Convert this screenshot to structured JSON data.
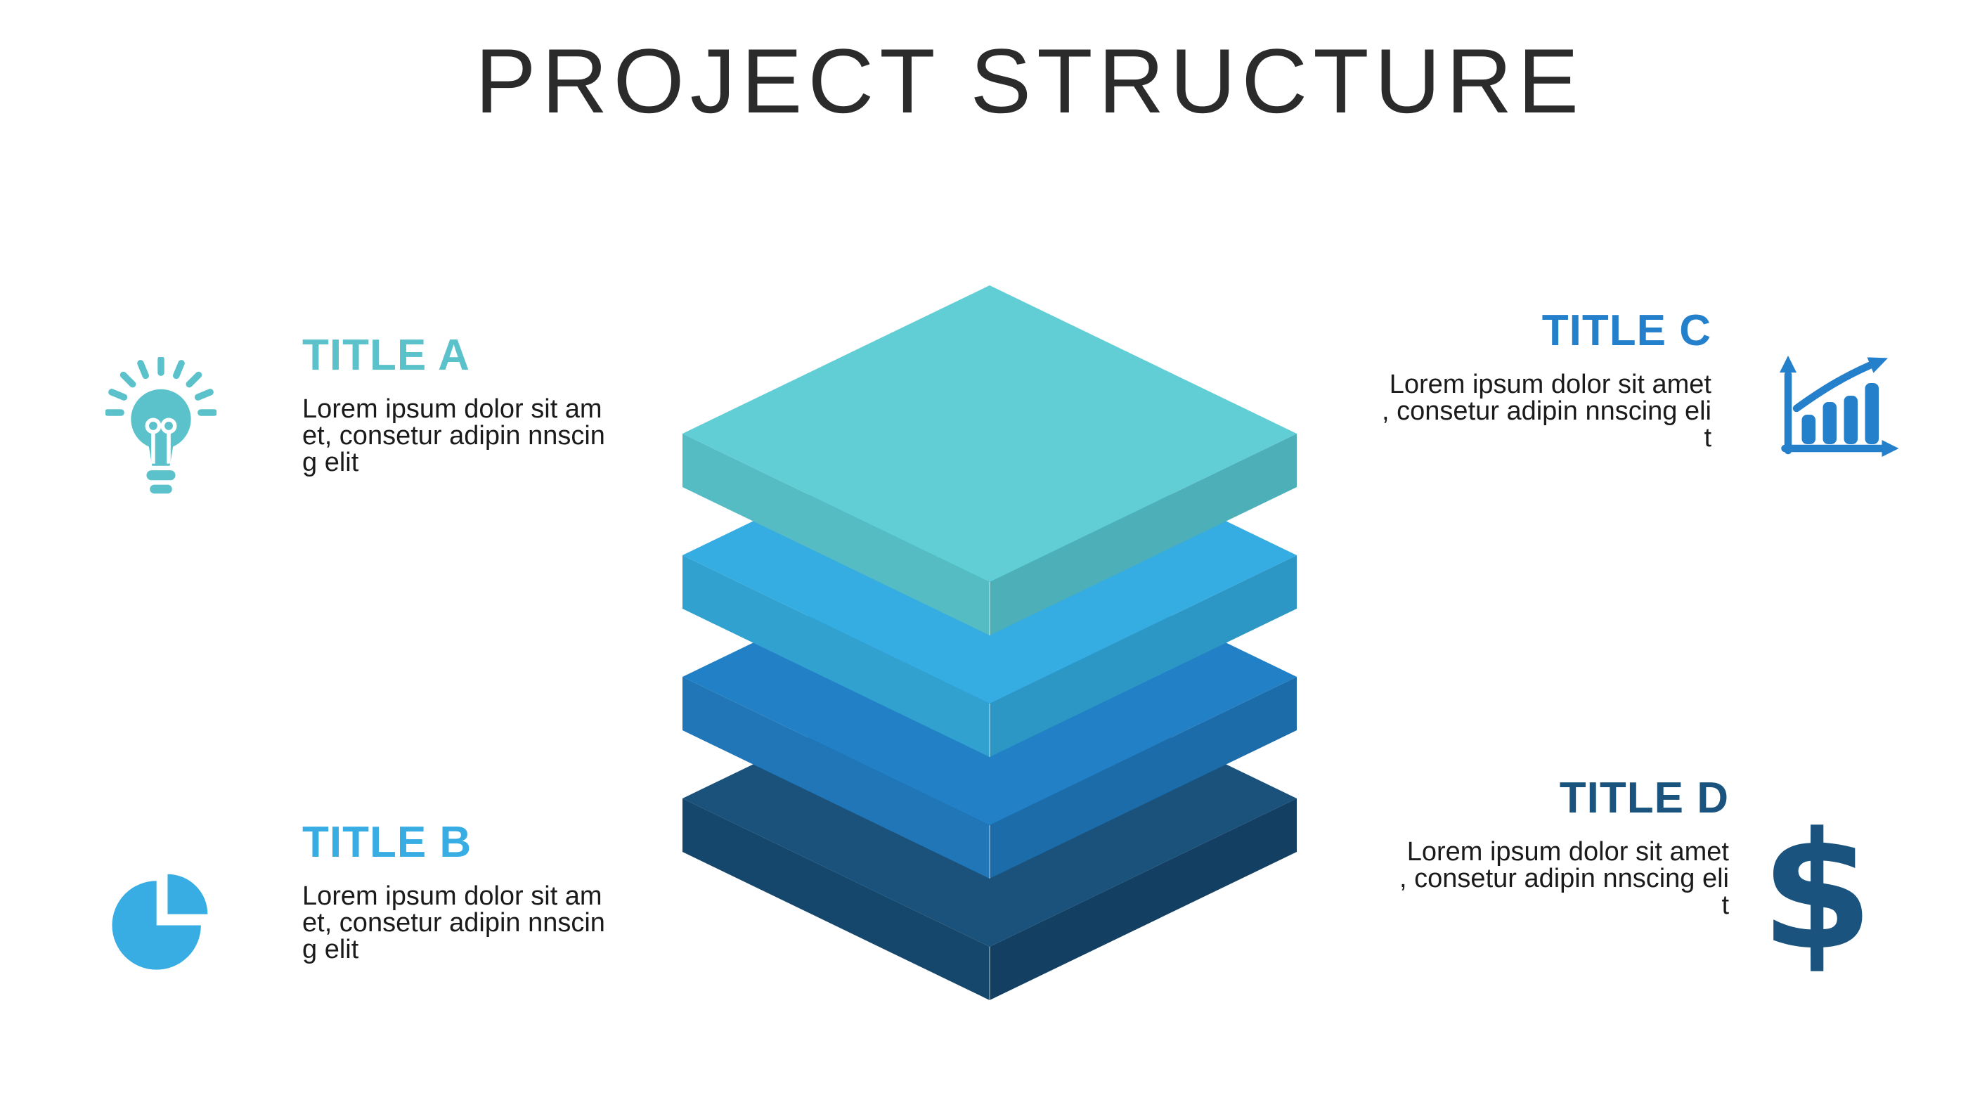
{
  "slide": {
    "title": "PROJECT STRUCTURE",
    "title_color": "#2b2b2b",
    "background": "#ffffff",
    "body_text_color": "#1b1b1b"
  },
  "items": [
    {
      "title": "TITLE A",
      "body": "Lorem ipsum dolor sit am\net, consetur adipin nnscin\ng elit",
      "accent": "#5bc2cc",
      "icon": "lightbulb-icon",
      "align": "left"
    },
    {
      "title": "TITLE B",
      "body": "Lorem ipsum dolor sit am\net, consetur adipin nnscin\ng elit",
      "accent": "#38ade3",
      "icon": "pie-chart-icon",
      "align": "left"
    },
    {
      "title": "TITLE C",
      "body": "Lorem ipsum dolor sit amet\n, consetur adipin nnscing eli\nt",
      "accent": "#2580cb",
      "icon": "growth-chart-icon",
      "align": "right"
    },
    {
      "title": "TITLE D",
      "body": "Lorem ipsum dolor sit amet\n, consetur adipin nnscing eli\nt",
      "accent": "#1a547e",
      "icon": "dollar-icon",
      "icon_glyph": "$",
      "align": "right"
    }
  ],
  "stack": {
    "description": "isometric stack of 4 layers, top to bottom",
    "layers": [
      {
        "name": "layer-1-top",
        "top": "#61ced6",
        "left": "#55bcc3",
        "right": "#4dafb7"
      },
      {
        "name": "layer-2",
        "top": "#35ace2",
        "left": "#31a1d0",
        "right": "#2c97c5"
      },
      {
        "name": "layer-3",
        "top": "#2280c6",
        "left": "#2076b6",
        "right": "#1c6ca9"
      },
      {
        "name": "layer-4-bottom",
        "top": "#1a527c",
        "left": "#15476c",
        "right": "#123f62"
      }
    ]
  }
}
